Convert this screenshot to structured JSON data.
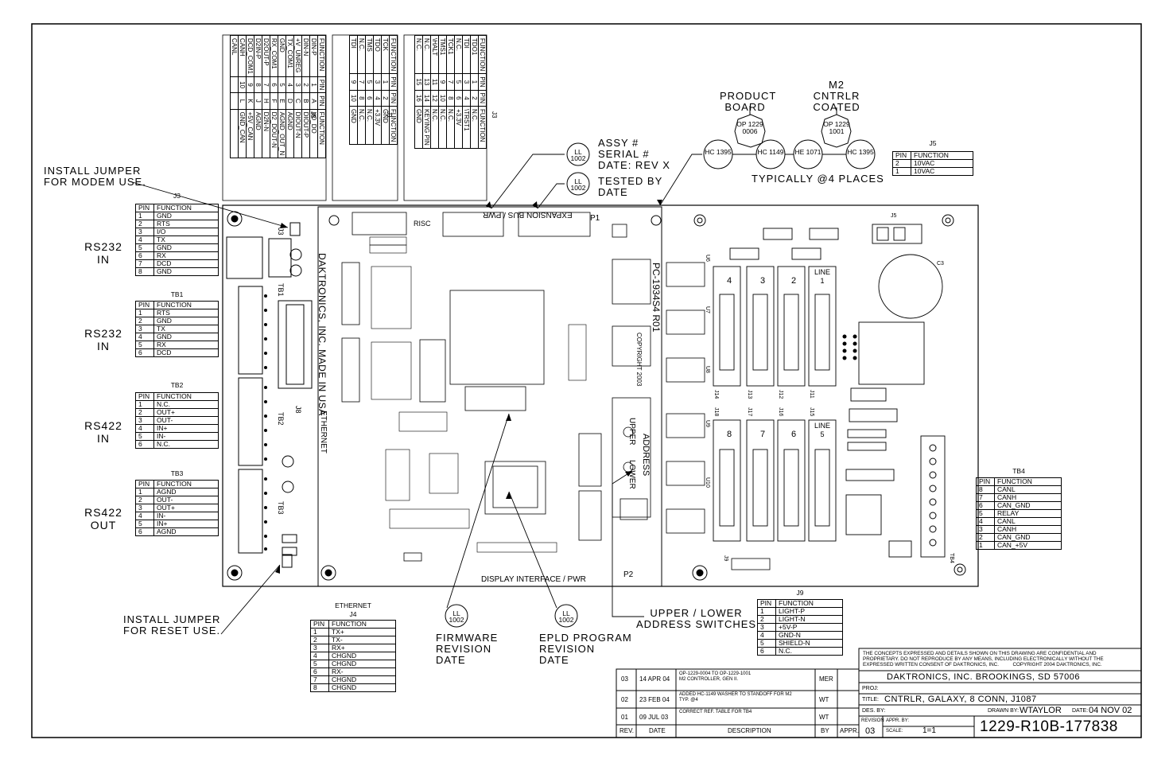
{
  "notes": {
    "jumper_modem": "INSTALL JUMPER\nFOR MODEM USE.",
    "jumper_reset": "INSTALL JUMPER\nFOR RESET USE.",
    "assy": "ASSY #\nSERIAL #\nDATE: REV X",
    "tested": "TESTED BY\nDATE",
    "product_board": "PRODUCT\nBOARD",
    "m2_coated": "M2\nCNTRLR\nCOATED",
    "typically": "TYPICALLY @4 PLACES",
    "firmware": "FIRMWARE\nREVISION\nDATE",
    "epld": "EPLD PROGRAM\nREVISION\nDATE",
    "address_switches": "UPPER / LOWER\nADDRESS SWITCHES"
  },
  "labels": {
    "rs232_in": "RS232\nIN",
    "rs422_in": "RS422\nIN",
    "rs422_out": "RS422\nOUT"
  },
  "stamps": {
    "ll": "LL\n1002",
    "op_product": "OP\n1229\n0006",
    "op_m2": "OP\n1229\n1001",
    "hc1395": "HC\n1395",
    "hc1149": "HC\n1149",
    "he1071": "HE\n1071"
  },
  "board": {
    "maker": "DAKTRONICS, INC. MADE IN USA",
    "pcb": "PC-1934S4 R01",
    "copyright": "COPYRIGHT 2003",
    "expansion": "EXPANSION BUS / PWR",
    "display": "DISPLAY INTERFACE / PWR",
    "address": "ADDRESS",
    "upper": "UPPER",
    "lower": "LOWER",
    "ethernet": "ETHERNET",
    "p1": "P1",
    "p2": "P2",
    "risc": "RISC",
    "conn_nums": [
      "4",
      "3",
      "2",
      "LINE\n1",
      "8",
      "7",
      "6",
      "LINE\n5"
    ],
    "refs": [
      "J3",
      "TB1",
      "J8",
      "TB2",
      "TB3",
      "J14",
      "J13",
      "J12",
      "J11",
      "J18",
      "J17",
      "J16",
      "J15",
      "J5",
      "J9",
      "TB4",
      "C3",
      "U6",
      "U7",
      "U8",
      "U9",
      "U10"
    ]
  },
  "tables": {
    "j3": {
      "title": "J3",
      "head": [
        "PIN",
        "FUNCTION"
      ],
      "rows": [
        [
          "1",
          "GND"
        ],
        [
          "2",
          "RTS"
        ],
        [
          "3",
          "I/O"
        ],
        [
          "4",
          "TX"
        ],
        [
          "5",
          "GND"
        ],
        [
          "6",
          "RX"
        ],
        [
          "7",
          "DCD"
        ],
        [
          "8",
          "GND"
        ]
      ]
    },
    "tb1": {
      "title": "TB1",
      "head": [
        "PIN",
        "FUNCTION"
      ],
      "rows": [
        [
          "1",
          "RTS"
        ],
        [
          "2",
          "GND"
        ],
        [
          "3",
          "TX"
        ],
        [
          "4",
          "GND"
        ],
        [
          "5",
          "RX"
        ],
        [
          "6",
          "DCD"
        ]
      ]
    },
    "tb2": {
      "title": "TB2",
      "head": [
        "PIN",
        "FUNCTION"
      ],
      "rows": [
        [
          "1",
          "N.C."
        ],
        [
          "2",
          "OUT+"
        ],
        [
          "3",
          "OUT-"
        ],
        [
          "4",
          "IN+"
        ],
        [
          "5",
          "IN-"
        ],
        [
          "6",
          "N.C."
        ]
      ]
    },
    "tb3": {
      "title": "TB3",
      "head": [
        "PIN",
        "FUNCTION"
      ],
      "rows": [
        [
          "1",
          "AGND"
        ],
        [
          "2",
          "OUT-"
        ],
        [
          "3",
          "OUT+"
        ],
        [
          "4",
          "IN-"
        ],
        [
          "5",
          "IN+"
        ],
        [
          "6",
          "AGND"
        ]
      ]
    },
    "j4": {
      "title": "ETHERNET\nJ4",
      "head": [
        "PIN",
        "FUNCTION"
      ],
      "rows": [
        [
          "1",
          "TX+"
        ],
        [
          "2",
          "TX-"
        ],
        [
          "3",
          "RX+"
        ],
        [
          "4",
          "CHGND"
        ],
        [
          "5",
          "CHGND"
        ],
        [
          "6",
          "RX-"
        ],
        [
          "7",
          "CHGND"
        ],
        [
          "8",
          "CHGND"
        ]
      ]
    },
    "j9": {
      "title": "J9",
      "head": [
        "PIN",
        "FUNCTION"
      ],
      "rows": [
        [
          "1",
          "LIGHT-P"
        ],
        [
          "2",
          "LIGHT-N"
        ],
        [
          "3",
          "+5V-P"
        ],
        [
          "4",
          "GND-N"
        ],
        [
          "5",
          "SHIELD-N"
        ],
        [
          "6",
          "N.C."
        ]
      ]
    },
    "j5": {
      "title": "J5",
      "head": [
        "PIN",
        "FUNCTION"
      ],
      "rows": [
        [
          "2",
          "10VAC"
        ],
        [
          "1",
          "10VAC"
        ]
      ]
    },
    "tb4": {
      "title": "TB4",
      "head": [
        "PIN",
        "FUNCTION"
      ],
      "rows": [
        [
          "8",
          "CANL"
        ],
        [
          "7",
          "CANH"
        ],
        [
          "6",
          "CAN_GND"
        ],
        [
          "5",
          "RELAY"
        ],
        [
          "4",
          "CANL"
        ],
        [
          "3",
          "CANH"
        ],
        [
          "2",
          "CAN_GND"
        ],
        [
          "1",
          "CAN_+5V"
        ]
      ]
    }
  },
  "rot_tables": {
    "j8": {
      "title": "J8",
      "head": [
        "FUNCTION",
        "PIN",
        "PIN",
        "FUNCTION"
      ],
      "rows": [
        [
          "DIN-P",
          "1",
          "A",
          "I/O_DO"
        ],
        [
          "DIN-N",
          "2",
          "B",
          "DIOUT-P"
        ],
        [
          "+V_UNREG",
          "3",
          "C",
          "DIOUT-N"
        ],
        [
          "TX_COM1",
          "4",
          "D",
          "AGND"
        ],
        [
          "GND",
          "5",
          "E",
          "AGND_OUT_N"
        ],
        [
          "RX_COM1",
          "6",
          "F",
          "D2_DOUT-N"
        ],
        [
          "D2OUT-P",
          "7",
          "H",
          "D2N-N"
        ],
        [
          "D2IN-P",
          "8",
          "J",
          "AGND"
        ],
        [
          "DCD_COM1",
          "9",
          "K",
          "+5V_CAN"
        ],
        [
          "CANH",
          "10",
          "L",
          "GND_CAN"
        ],
        [
          "CANL",
          "",
          "",
          ""
        ]
      ]
    },
    "j1": {
      "title": "J1",
      "head": [
        "FUNCTION",
        "PIN",
        "PIN",
        "FUNCTION"
      ],
      "rows": [
        [
          "TCK",
          "1",
          "2",
          "GND"
        ],
        [
          "TDO",
          "3",
          "4",
          "+3.3V"
        ],
        [
          "TMS",
          "5",
          "6",
          "N.C."
        ],
        [
          "N.C.",
          "7",
          "8",
          "N.C."
        ],
        [
          "TDI",
          "9",
          "10",
          "GND"
        ]
      ]
    },
    "j3b": {
      "title": "J3",
      "head": [
        "FUNCTION",
        "PIN",
        "PIN",
        "FUNCTION"
      ],
      "rows": [
        [
          "TDO1",
          "1",
          "2",
          "N.C."
        ],
        [
          "TDI",
          "3",
          "4",
          "\\TRST1"
        ],
        [
          "N.C.",
          "5",
          "6",
          "+3.3V"
        ],
        [
          "TCK1",
          "7",
          "8",
          "N.C."
        ],
        [
          "TMS1",
          "9",
          "10",
          "N.C."
        ],
        [
          "\\HALT",
          "11",
          "12",
          "N.C."
        ],
        [
          "N.C.",
          "13",
          "14",
          "KEYING PIN"
        ],
        [
          "N.C.",
          "15",
          "16",
          "GND"
        ]
      ]
    }
  },
  "revisions": {
    "rows": [
      {
        "rev": "03",
        "date": "14 APR 04",
        "desc": "OP-1229-0004 TO OP-1229-1001\nM2 CONTROLLER, GEN II.",
        "by": "MER",
        "appr": ""
      },
      {
        "rev": "02",
        "date": "23 FEB 04",
        "desc": "ADDED HC-1149 WASHER TO STANDOFF FOR M2\nTYP. @4",
        "by": "WT",
        "appr": ""
      },
      {
        "rev": "01",
        "date": "09 JUL 03",
        "desc": "CORRECT REF. TABLE FOR TB4",
        "by": "WT",
        "appr": ""
      }
    ],
    "head": {
      "rev": "REV.",
      "date": "DATE",
      "desc": "DESCRIPTION",
      "by": "BY",
      "appr": "APPR."
    }
  },
  "title_block": {
    "notice": "THE CONCEPTS EXPRESSED AND DETAILS SHOWN ON THIS DRAWING ARE CONFIDENTIAL AND\nPROPRIETARY. DO NOT REPRODUCE BY ANY MEANS, INCLUDING ELECTRONICALLY WITHOUT THE\nEXPRESSED WRITTEN CONSENT OF DAKTRONICS, INC.          COPYRIGHT 2004 DAKTRONICS, INC.",
    "company": "DAKTRONICS, INC.  BROOKINGS, SD 57006",
    "proj": "PROJ:",
    "title_label": "TITLE:",
    "title": "CNTRLR, GALAXY, 8 CONN, J1087",
    "des_by": "DES. BY:",
    "drawn_by_label": "DRAWN BY:",
    "drawn_by": "WTAYLOR",
    "date_label": "DATE:",
    "date": "04 NOV 02",
    "revision_label": "REVISION",
    "revision": "03",
    "appr_by": "APPR. BY:",
    "scale_label": "SCALE:",
    "scale": "1=1",
    "drawing_number": "1229-R10B-177838"
  }
}
